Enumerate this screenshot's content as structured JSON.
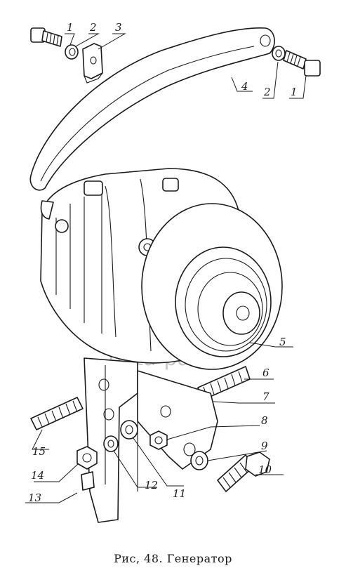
{
  "caption": "Рис, 48. Генератор",
  "watermark": "data-parts",
  "labels": {
    "l1a": "1",
    "l2a": "2",
    "l3": "3",
    "l4": "4",
    "l2b": "2",
    "l1b": "1",
    "l5": "5",
    "l6": "6",
    "l7": "7",
    "l8": "8",
    "l9": "9",
    "l10": "10",
    "l11": "11",
    "l12": "12",
    "l13": "13",
    "l14": "14",
    "l15": "15"
  }
}
